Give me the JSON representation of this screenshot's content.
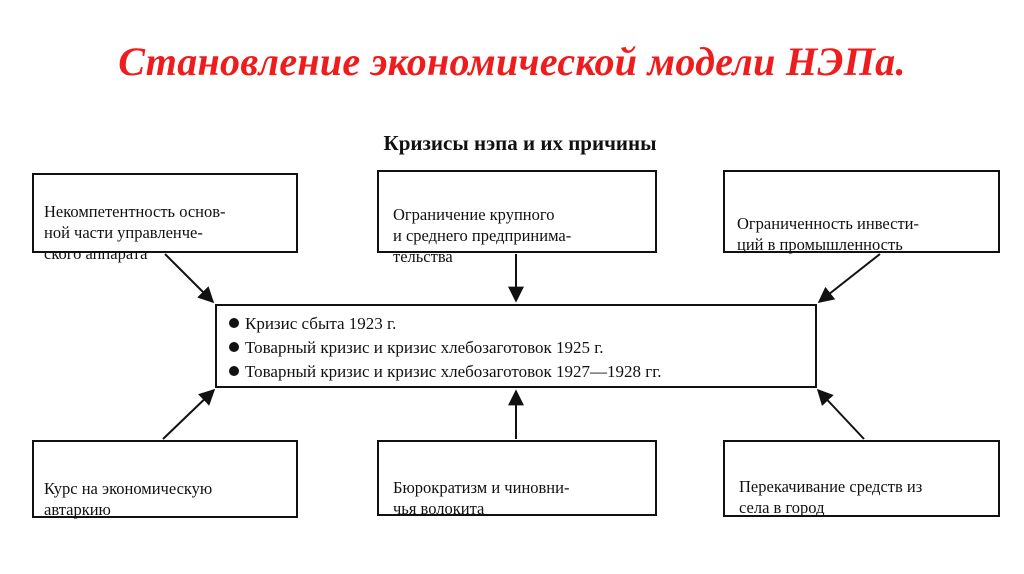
{
  "slide": {
    "title": "Становление экономической модели НЭПа."
  },
  "diagram": {
    "title": "Кризисы нэпа и их причины",
    "causes_top": [
      "Некомпетентность основ-\nной части управленче-\nского аппарата",
      "Ограничение крупного\nи среднего предпринима-\nтельства",
      "Ограниченность инвести-\nций в промышленность"
    ],
    "crises": [
      "Кризис сбыта 1923 г.",
      "Товарный кризис и кризис хлебозаготовок 1925 г.",
      "Товарный кризис и кризис хлебозаготовок 1927—1928 гг."
    ],
    "causes_bottom": [
      "Курс на экономическую\nавтаркию",
      "Бюрократизм и чиновни-\nчья волокита",
      "Перекачивание средств из\nсела в город"
    ]
  }
}
